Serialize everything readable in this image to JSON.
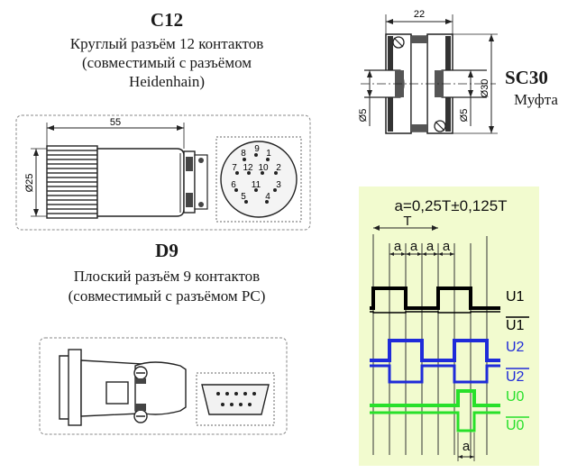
{
  "c12": {
    "code": "C12",
    "line1": "Круглый разъём 12 контактов",
    "line2": "(совместимый с разъёмом",
    "line3": "Heidenhain)",
    "dim_length": "55",
    "dim_diameter": "Ø25",
    "pins": [
      "1",
      "2",
      "3",
      "4",
      "5",
      "6",
      "7",
      "8",
      "9",
      "10",
      "11",
      "12"
    ]
  },
  "d9": {
    "code": "D9",
    "line1": "Плоский разъём 9 контактов",
    "line2": "(совместимый с разъёмом PC)"
  },
  "sc30": {
    "code": "SC30",
    "name": "Муфта",
    "dim_width": "22",
    "dim_outer": "Ø30",
    "dim_bore_left": "Ø5",
    "dim_bore_right": "Ø5"
  },
  "signals": {
    "formula": "a=0,25T±0,125T",
    "period_label": "T",
    "a_label": "a",
    "u1": "U1",
    "u1_inv": "U1",
    "u2": "U2",
    "u2_inv": "U2",
    "u0": "U0",
    "u0_inv": "U0",
    "colors": {
      "background": "#f2fbcf",
      "u1": "#000000",
      "u2": "#1f2bd9",
      "u0": "#28e02a"
    }
  }
}
